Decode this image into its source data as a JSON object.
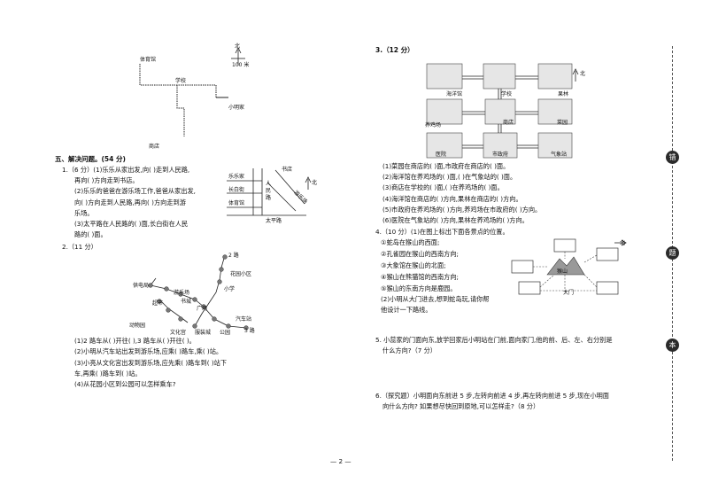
{
  "map_top": {
    "labels": {
      "north": "北",
      "scale": "100 米",
      "gym": "体育馆",
      "school": "学校",
      "xiaoming": "小明家",
      "shop": "商店"
    }
  },
  "section5": {
    "title": "五、解决问题。(54 分)",
    "q1": {
      "lines": [
        "1.（6 分）(1)乐乐从家出发,向(      )走到人民路,",
        "再向(      )方向走到书店。",
        "(2)乐乐的爸爸在游乐场工作,爸爸从家出发,",
        "向(      )方向走到人民路,再向(      )方向走到游",
        "乐场。",
        "(3)太平路在人民路的(      )面,长白街在人民",
        "路的(      )面。"
      ],
      "map": {
        "home": "乐乐家",
        "changbai": "长白街",
        "gym": "体育馆",
        "renmin": "人民路",
        "bookstore": "书店",
        "amusement": "游乐场",
        "taiping": "太平路",
        "north": "北"
      }
    },
    "q2": {
      "title": "2.（11 分）",
      "lines": [
        "(1)2 路车从(      )开往(      ),3 路车从(      )开往(      )。",
        "(2)小明从汽车站出发到游乐场,应乘(      )路车,乘(      )站。",
        "(3)小亮从文化宫出发到游乐场,应先乘(      )路车到(      )站下",
        "车,再乘(      )路车到(      )站。",
        "(4)从花园小区到公园可以怎样乘车?"
      ],
      "map": {
        "route2": "2 路",
        "route3": "3 路",
        "garden": "花园小区",
        "post": "供电局",
        "park": "游乐场",
        "school": "小学",
        "supermarket": "超市",
        "bookcity": "书城",
        "square": "广场",
        "zoo": "动物园",
        "culture": "文化宫",
        "clothing": "服装城",
        "publicpark": "公园",
        "bus": "汽车站"
      }
    }
  },
  "right": {
    "q3": {
      "title": "3.（12 分）",
      "map": {
        "ocean": "海洋馆",
        "school": "学校",
        "orchard": "果林",
        "north": "北",
        "farm": "养鸡场",
        "shop": "商店",
        "vegetable": "菜园",
        "hospital": "医院",
        "government": "市政府",
        "weather": "气象站"
      },
      "lines": [
        "(1)菜园在商店的(      )面,市政府在商店的(      )面。",
        "(2)海洋馆在养鸡场的(      )面,(      )在气象站的(      )面。",
        "(3)商店在学校的(      )面,(      )在养鸡场的(      )面。",
        "(4)海洋馆在商店的(      )方向,果林在商店的(      )方向。",
        "(5)市政府在养鸡场的(      )方向,养鸡场在市政府的(      )方向。",
        "(6)医院在气象站的(      )方向,果林在养鸡场的(      )方向。"
      ]
    },
    "q4": {
      "title": "4.（10 分）(1)在图上标出下面各景点的位置。",
      "lines": [
        "①蛇岛在猴山的西面;",
        "②孔雀园在猴山的西南方向;",
        "③大象馆在猴山的北面;",
        "④猴山在熊猫馆的西南方向;",
        "⑤猴山的东南方向是鹿园。",
        "(2)小明从大门进去,想到蛇岛玩,请你帮",
        "他设计一下路线。"
      ],
      "map": {
        "monkey": "猴山",
        "gate": "大门",
        "north": "北"
      }
    },
    "q5": {
      "lines": [
        "5. 小蕊家的门面向东,放学回家后小明站在门前,面向家门,他的前、后、左、右分别是",
        "什么方向?（7 分）"
      ]
    },
    "q6": {
      "lines": [
        "6.（探究题）小明面向东前进 5 步,左转向前进 4 步,再左转向前进 5 步,现在小明面",
        "向什么方向? 如果想尽快回到原地,可以怎样走?（8 分）"
      ]
    },
    "seals": [
      "错",
      "题",
      "本"
    ]
  },
  "page_number": "— 2 —"
}
